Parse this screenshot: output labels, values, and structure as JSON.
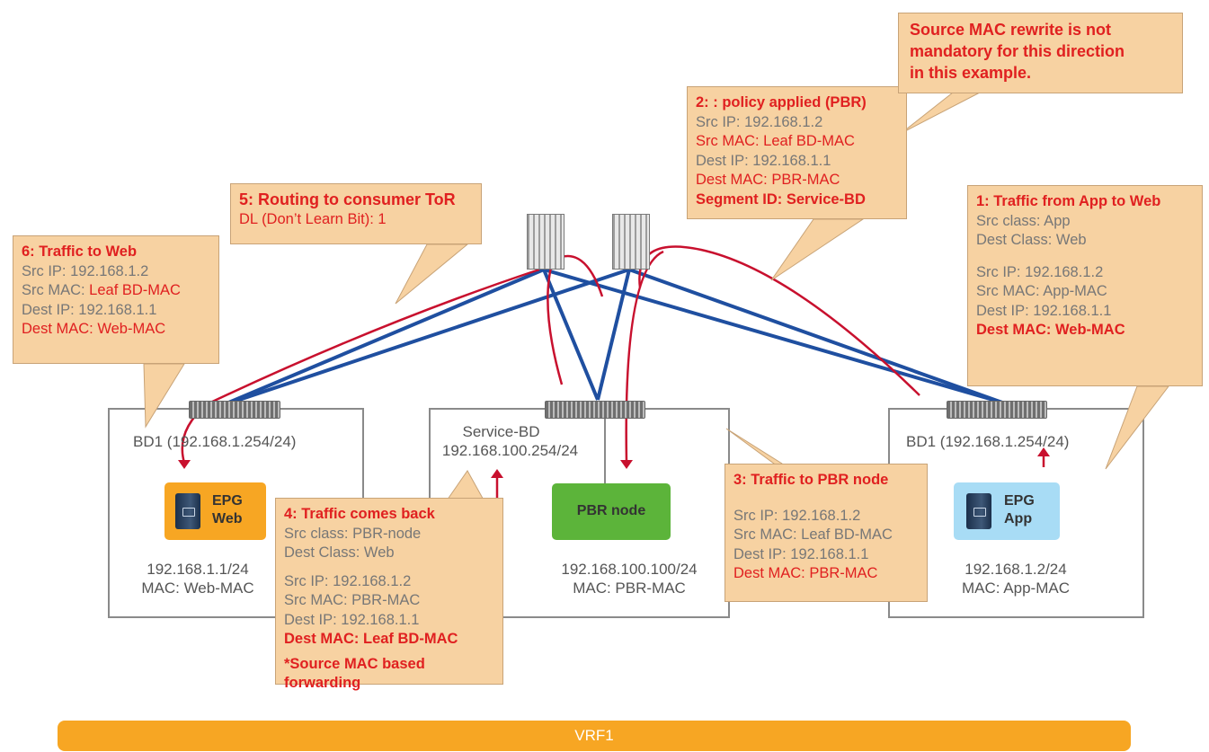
{
  "vrf": {
    "label": "VRF1"
  },
  "left_bd": {
    "label": "BD1 (192.168.1.254/24)",
    "epg_line1": "EPG",
    "epg_line2": "Web",
    "ip": "192.168.1.1/24",
    "mac": "MAC: Web-MAC"
  },
  "service_bd": {
    "label_line1": "Service-BD",
    "label_line2": "192.168.100.254/24",
    "node": "PBR node",
    "ip": "192.168.100.100/24",
    "mac": "MAC: PBR-MAC"
  },
  "right_bd": {
    "label": "BD1 (192.168.1.254/24)",
    "epg_line1": "EPG",
    "epg_line2": "App",
    "ip": "192.168.1.2/24",
    "mac": "MAC: App-MAC"
  },
  "callouts": {
    "c1": {
      "title": "1: Traffic from App to Web",
      "l1": "Src class: App",
      "l2": "Dest Class: Web",
      "l3": "Src IP: 192.168.1.2",
      "l4": "Src MAC: App-MAC",
      "l5": "Dest IP: 192.168.1.1",
      "l6": "Dest MAC: Web-MAC"
    },
    "c2": {
      "title": "2: : policy applied (PBR)",
      "l1": "Src IP: 192.168.1.2",
      "l2": "Src MAC: Leaf BD-MAC",
      "l3": "Dest IP: 192.168.1.1",
      "l4": "Dest MAC: PBR-MAC",
      "l5": "Segment ID: Service-BD"
    },
    "c3": {
      "title": "3: Traffic to PBR node",
      "l1": "Src IP: 192.168.1.2",
      "l2": "Src MAC: Leaf BD-MAC",
      "l3": "Dest IP: 192.168.1.1",
      "l4": "Dest MAC: PBR-MAC"
    },
    "c4": {
      "title": "4: Traffic comes back",
      "l1": "Src class: PBR-node",
      "l2": "Dest Class: Web",
      "l3": "Src IP: 192.168.1.2",
      "l4": "Src MAC: PBR-MAC",
      "l5": "Dest IP: 192.168.1.1",
      "l6": "Dest MAC: Leaf BD-MAC",
      "l7": "*Source MAC based forwarding"
    },
    "c5": {
      "title": "5: Routing to consumer ToR",
      "l1": "DL (Don’t Learn Bit): 1"
    },
    "c6": {
      "title": "6: Traffic to Web",
      "l1": "Src IP: 192.168.1.2",
      "l2_prefix": "Src MAC: ",
      "l2_value": "Leaf BD-MAC",
      "l3": "Dest IP: 192.168.1.1",
      "l4": "Dest MAC: Web-MAC"
    },
    "c7": {
      "l1": "Source MAC rewrite is not",
      "l2": "mandatory for this direction",
      "l3": "in this example."
    }
  },
  "colors": {
    "link": "#1f4fa0",
    "flow": "#c8102e",
    "callout_bg": "#f7d2a2",
    "accent_red": "#e02020",
    "epg_web": "#f7a623",
    "epg_app": "#a8dcf5",
    "pbr_node": "#5cb43a",
    "vrf_bar": "#f7a623"
  }
}
